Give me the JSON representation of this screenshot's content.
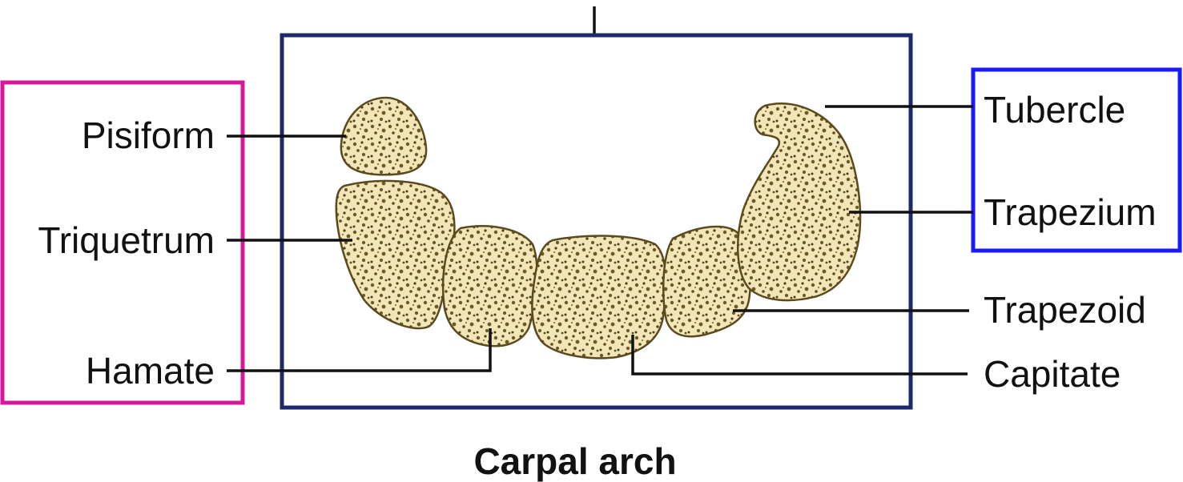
{
  "diagram": {
    "caption": "Carpal arch",
    "labels": {
      "pisiform": "Pisiform",
      "triquetrum": "Triquetrum",
      "hamate": "Hamate",
      "tubercle": "Tubercle",
      "trapezium": "Trapezium",
      "trapezoid": "Trapezoid",
      "capitate": "Capitate"
    },
    "colors": {
      "frame": "#1c2a6b",
      "left_group_box": "#d6189b",
      "right_group_box": "#1a1aff",
      "bone_fill": "#f2e6b8",
      "bone_speckle": "#6b5a26"
    }
  }
}
